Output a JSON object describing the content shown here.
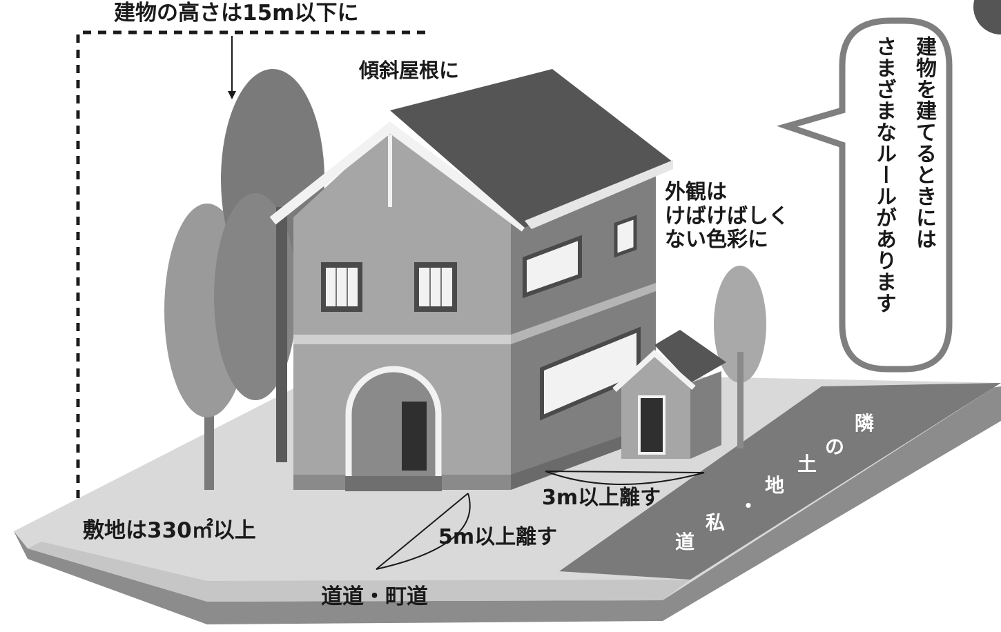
{
  "labels": {
    "height_rule": "建物の高さは15m以下に",
    "roof_rule": "傾斜屋根に",
    "appearance_rule": [
      "外観は",
      "けばけばしく",
      "ない色彩に"
    ],
    "site_area_rule": "敷地は330㎡以上",
    "front_setback": "5m以上離す",
    "side_setback": "3m以上離す",
    "public_road": "道道・町道",
    "neighbor_land_chars": [
      "隣",
      "の",
      "土",
      "地",
      "・",
      "私",
      "道"
    ]
  },
  "bubble": {
    "lines": [
      "建物を建てるときには",
      "さまざまなルールがあります"
    ]
  },
  "colors": {
    "ground_light": "#d9d9d9",
    "ground_edge": "#8c8c8c",
    "neighbor_strip": "#7a7a7a",
    "wall": "#a6a6a6",
    "roof": "#555555",
    "tree": "#8a8a8a",
    "bubble_border": "#7f7f7f"
  }
}
